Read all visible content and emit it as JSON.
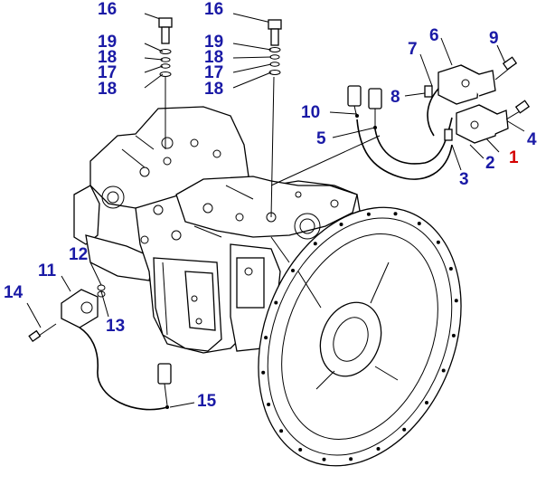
{
  "colors": {
    "callout": "#1a1aa6",
    "highlight": "#d40000",
    "line": "#000000"
  },
  "callouts": {
    "c16a": "16",
    "c19a": "19",
    "c18a": "18",
    "c17a": "17",
    "c18b": "18",
    "c16b": "16",
    "c19b": "19",
    "c18c": "18",
    "c17b": "17",
    "c18d": "18",
    "c7": "7",
    "c6": "6",
    "c9": "9",
    "c8": "8",
    "c10": "10",
    "c5": "5",
    "c4": "4",
    "c2": "2",
    "c1": "1",
    "c3": "3",
    "c12": "12",
    "c11": "11",
    "c14": "14",
    "c13": "13",
    "c15": "15"
  }
}
